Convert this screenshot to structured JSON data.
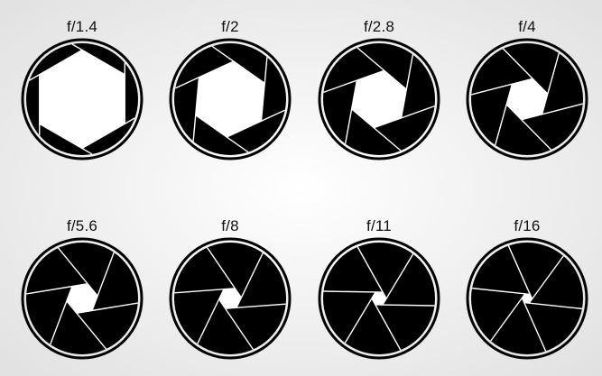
{
  "colors": {
    "background_center": "#ffffff",
    "background_edge": "#e1e1e1",
    "blade": "#000000",
    "ring": "#000000",
    "blade_line": "#ffffff"
  },
  "icon": "camera-aperture-icon",
  "apertures": [
    {
      "label": "f/1.4",
      "opening": 0.88
    },
    {
      "label": "f/2",
      "opening": 0.68
    },
    {
      "label": "f/2.8",
      "opening": 0.52
    },
    {
      "label": "f/4",
      "opening": 0.38
    },
    {
      "label": "f/5.6",
      "opening": 0.28
    },
    {
      "label": "f/8",
      "opening": 0.2
    },
    {
      "label": "f/11",
      "opening": 0.13
    },
    {
      "label": "f/16",
      "opening": 0.09
    }
  ]
}
